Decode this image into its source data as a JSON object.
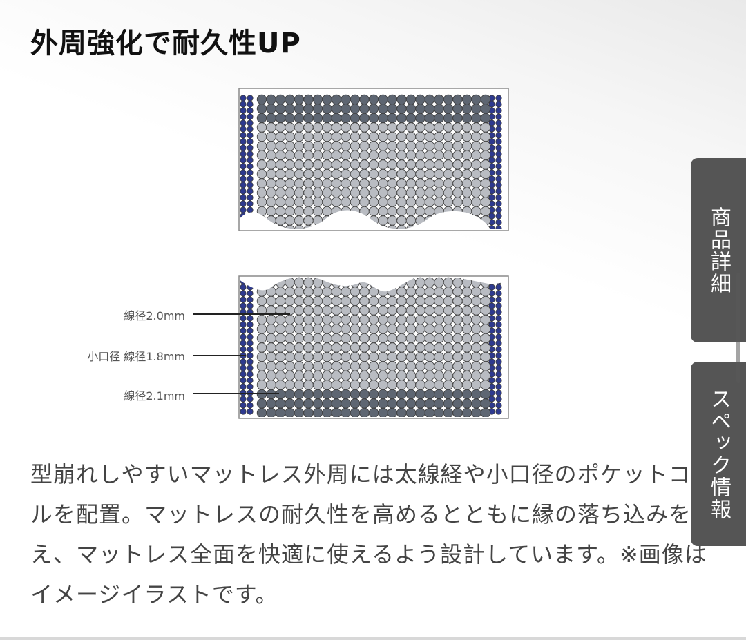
{
  "header": {
    "title": "外周強化で耐久性UP"
  },
  "diagram": {
    "callouts": [
      {
        "label": "線径2.0mm"
      },
      {
        "label": "小口径 線径1.8mm"
      },
      {
        "label": "線径2.1mm"
      }
    ],
    "colors": {
      "edge_coil": "#2e3a8f",
      "heavy_coil": "#5e6672",
      "standard_coil": "#b9bcc2",
      "coil_outline": "#3a3a3a",
      "frame": "#8a8a8a"
    }
  },
  "description": {
    "text": "型崩れしやすいマットレス外周には太線経や小口径のポケットコイルを配置。マットレスの耐久性を高めるとともに縁の落ち込みを抑え、マットレス全面を快適に使えるよう設計しています。※画像はイメージイラストです。"
  },
  "side_tabs": [
    {
      "label": "商品詳細"
    },
    {
      "label": "スペック情報"
    }
  ]
}
